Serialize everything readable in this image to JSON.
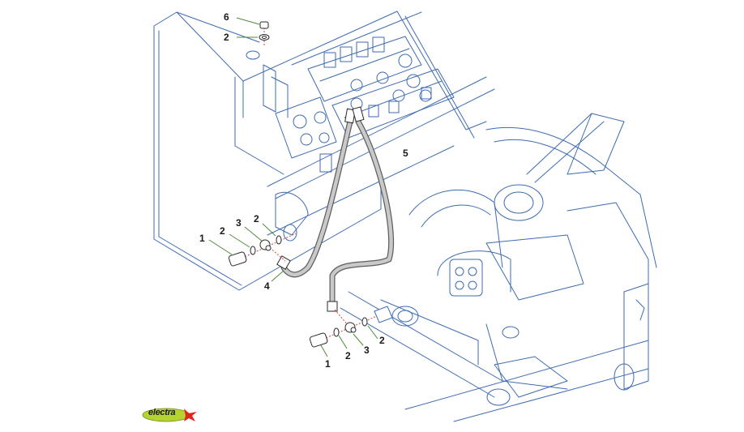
{
  "diagram": {
    "title": "",
    "callouts": [
      {
        "id": "c6-top",
        "label": "6"
      },
      {
        "id": "c2-top",
        "label": "2"
      },
      {
        "id": "c5",
        "label": "5"
      },
      {
        "id": "c1-left",
        "label": "1"
      },
      {
        "id": "c2-left-a",
        "label": "2"
      },
      {
        "id": "c3-left",
        "label": "3"
      },
      {
        "id": "c2-left-b",
        "label": "2"
      },
      {
        "id": "c4",
        "label": "4"
      },
      {
        "id": "c1-bottom",
        "label": "1"
      },
      {
        "id": "c2-bottom-a",
        "label": "2"
      },
      {
        "id": "c3-bottom",
        "label": "3"
      },
      {
        "id": "c2-bottom-b",
        "label": "2"
      }
    ],
    "colors": {
      "line_art": "#3d6bb3",
      "hose": "#5e5e5e",
      "leader": "#4f8a3a",
      "centerline": "#e0413c",
      "logo_green": "#b6d431",
      "logo_red": "#e1251b"
    }
  },
  "logo": {
    "text": "electra"
  }
}
